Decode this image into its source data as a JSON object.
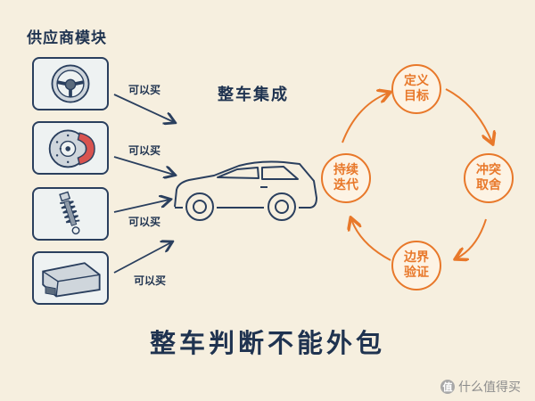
{
  "supplier_title": "供应商模块",
  "buy_labels": [
    "可以买",
    "可以买",
    "可以买",
    "可以买"
  ],
  "integration_title": "整车集成",
  "cycle_nodes": [
    {
      "line1": "定义",
      "line2": "目标"
    },
    {
      "line1": "冲突",
      "line2": "取舍"
    },
    {
      "line1": "边界",
      "line2": "验证"
    },
    {
      "line1": "持续",
      "line2": "迭代"
    }
  ],
  "main_title": "整车判断不能外包",
  "watermark": "什么值得买",
  "watermark_badge": "值",
  "colors": {
    "navy": "#2a3f5e",
    "orange": "#e8782a",
    "background": "#f6efdf"
  },
  "module_icons": [
    "steering-wheel-icon",
    "brake-disc-icon",
    "shock-absorber-icon",
    "ecu-icon"
  ]
}
